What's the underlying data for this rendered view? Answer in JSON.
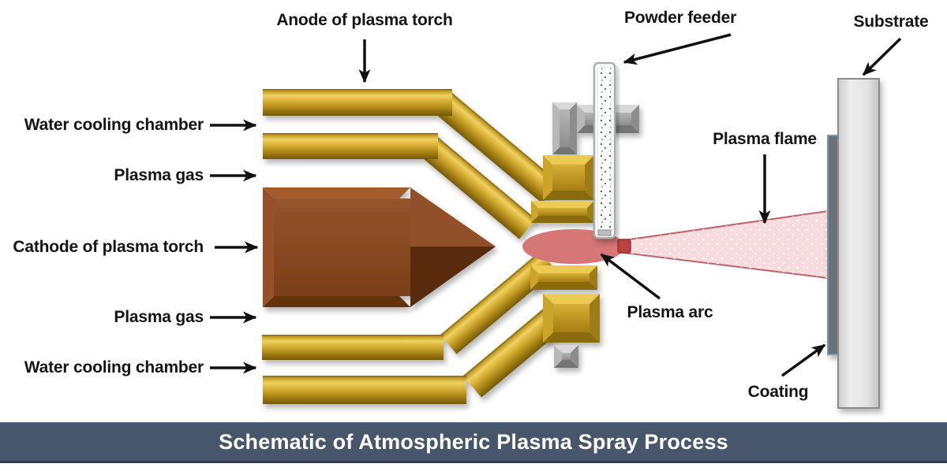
{
  "title": "Schematic of Atmospheric Plasma Spray Process",
  "labels": {
    "anode": "Anode of plasma torch",
    "powder_feeder": "Powder feeder",
    "substrate": "Substrate",
    "water_cooling_top": "Water cooling chamber",
    "plasma_gas_top": "Plasma gas",
    "cathode": "Cathode of plasma torch",
    "plasma_gas_bottom": "Plasma gas",
    "water_cooling_bottom": "Water cooling chamber",
    "plasma_flame": "Plasma flame",
    "plasma_arc": "Plasma arc",
    "coating": "Coating"
  },
  "colors": {
    "gold_main": "#cfa62e",
    "gold_highlight": "#f0d160",
    "gold_dark": "#7e610a",
    "cathode_brown": "#8a4a22",
    "cathode_dark": "#5a2c10",
    "gray_block": "#9e9e9e",
    "plasma_arc_fill": "#d67676",
    "flame_fill": "#f8dbde",
    "flame_edge": "#bd626b",
    "flame_origin_red": "#bb4040",
    "substrate_fill": "#e6e6e6",
    "coating_fill": "#6c7077",
    "coating_edge": "#7f98b2",
    "title_bg": "#47566b",
    "title_text": "#ffffff",
    "label_text": "#151515",
    "background": "#ffffff"
  }
}
